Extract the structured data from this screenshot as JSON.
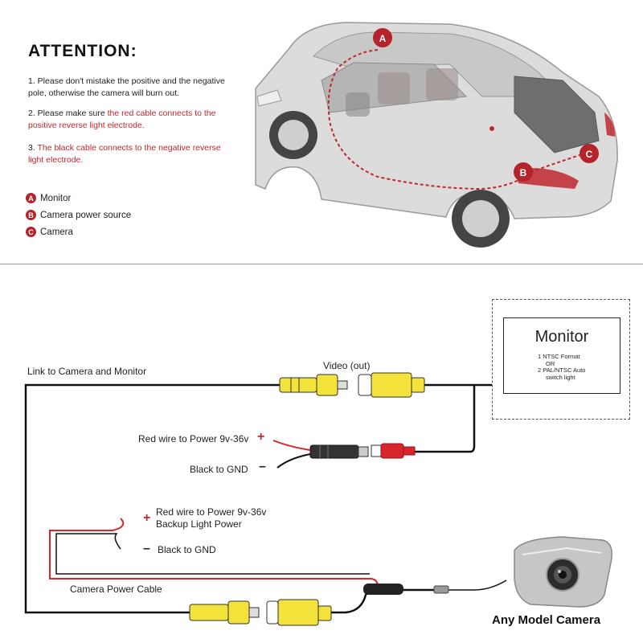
{
  "attention": {
    "title": "ATTENTION:",
    "note1": "1. Please don't mistake the positive and the negative pole, otherwise the camera will burn out.",
    "note2_prefix": "2. Please make sure ",
    "note2_red": "the red cable connects to the positive reverse light electrode.",
    "note3_prefix": "3. ",
    "note3_red": "The black cable connects to the negative reverse light electrode."
  },
  "legend": [
    {
      "key": "A",
      "label": "Monitor"
    },
    {
      "key": "B",
      "label": "Camera power source"
    },
    {
      "key": "C",
      "label": "Camera"
    }
  ],
  "car_markers": [
    "A",
    "B",
    "C"
  ],
  "wiring": {
    "link_label": "Link to Camera and Monitor",
    "video_label": "Video (out)",
    "red_power_label": "Red wire to Power 9v-36v",
    "plus_symbol": "+",
    "black_gnd_label": "Black to GND",
    "minus_symbol": "–",
    "red_power_label_2": "Red wire to Power 9v-36v",
    "backup_label": "Backup Light Power",
    "black_gnd_label_2": "Black to GND",
    "camera_power_cable": "Camera Power Cable"
  },
  "monitor": {
    "title": "Monitor",
    "opt1_num": "1",
    "opt1": "NTSC Format",
    "or": "OR",
    "opt2_num": "2",
    "opt2": "PAL/NTSC Auto",
    "opt2_b": "switch light"
  },
  "camera": {
    "caption": "Any Model Camera"
  },
  "colors": {
    "accent_red": "#c0282e",
    "badge_red": "#b5232b",
    "rca_yellow": "#f2e23a",
    "wire_red": "#d8262b"
  }
}
